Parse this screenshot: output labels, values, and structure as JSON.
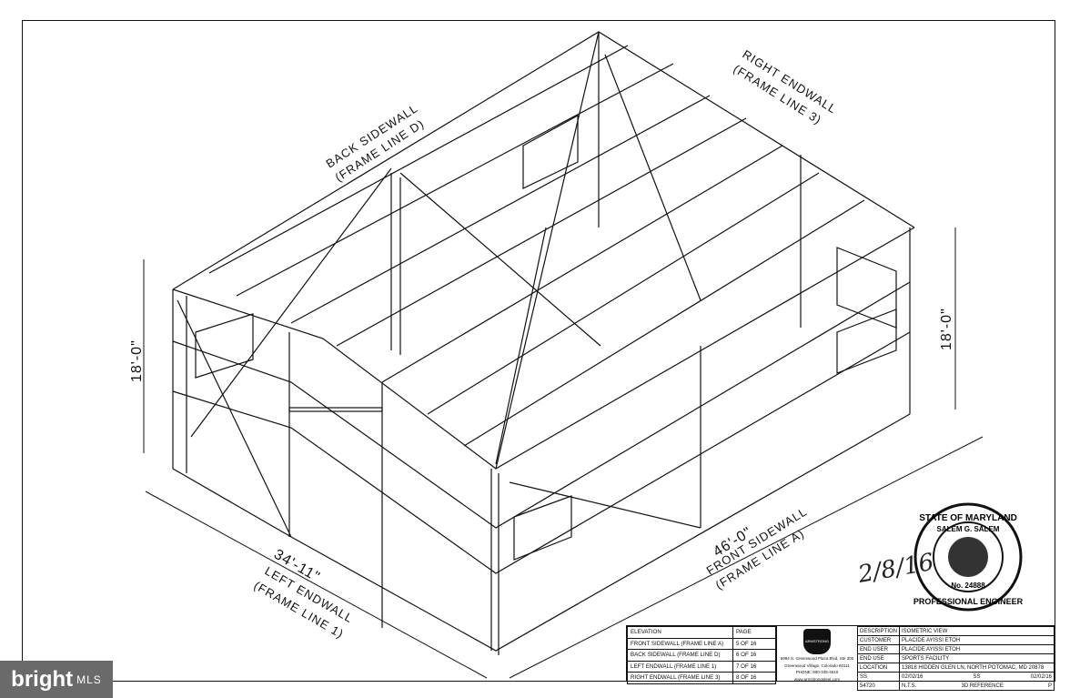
{
  "wall_labels": {
    "back_sidewall": [
      "BACK SIDEWALL",
      "(FRAME LINE D)"
    ],
    "right_endwall": [
      "RIGHT ENDWALL",
      "(FRAME LINE 3)"
    ],
    "front_sidewall": [
      "46'-0\"",
      "FRONT SIDEWALL",
      "(FRAME LINE A)"
    ],
    "left_endwall": [
      "34'-11\"",
      "LEFT ENDWALL",
      "(FRAME LINE 1)"
    ]
  },
  "dimensions": {
    "height_left": "18'-0\"",
    "height_right": "18'-0\""
  },
  "signature": "2/8/16",
  "seal": {
    "outer_top": "STATE OF MARYLAND",
    "name": "SALEM G. SALEM",
    "number": "No. 24888",
    "outer_bottom": "PROFESSIONAL ENGINEER"
  },
  "title_block": {
    "elevation_header": "ELEVATION",
    "page_header": "PAGE",
    "elevations": [
      {
        "name": "FRONT SIDEWALL (FRAME LINE A)",
        "page": "5 OF 16"
      },
      {
        "name": "BACK SIDEWALL (FRAME LINE D)",
        "page": "6 OF 16"
      },
      {
        "name": "LEFT ENDWALL (FRAME LINE 1)",
        "page": "7 OF 16"
      },
      {
        "name": "RIGHT ENDWALL (FRAME LINE 3)",
        "page": "8 OF 16"
      }
    ],
    "company": {
      "logo_text": "ARMSTRONG STEEL",
      "address_1": "5994 S. Greenwood Plaza Blvd, Ste 300",
      "address_2": "Greenwood Village, Colorado 80111",
      "phone": "PHONE: 800-345-4610",
      "web": "www.armstrongsteel.com"
    },
    "info": [
      {
        "label": "DESCRIPTION",
        "value": "ISOMETRIC VIEW"
      },
      {
        "label": "CUSTOMER",
        "value": "PLACIDE AYISSI ETOH"
      },
      {
        "label": "END USER",
        "value": "PLACIDE AYISSI ETOH"
      },
      {
        "label": "END USE",
        "value": "SPORTS FACILITY"
      },
      {
        "label": "LOCATION",
        "value": "13818 HIDDEN GLEN LN, NORTH POTOMAC, MD 20878"
      }
    ],
    "rev_row": {
      "rev_by": "SS",
      "date": "02/02/16",
      "drawn_by": "SS",
      "date2": "02/02/16"
    },
    "job_row": {
      "job_no": "54720",
      "scale": "N.T.S.",
      "dwg": "3D REFERENCE",
      "sheet": "P"
    }
  },
  "watermark": {
    "brand": "bright",
    "suffix": "MLS"
  }
}
